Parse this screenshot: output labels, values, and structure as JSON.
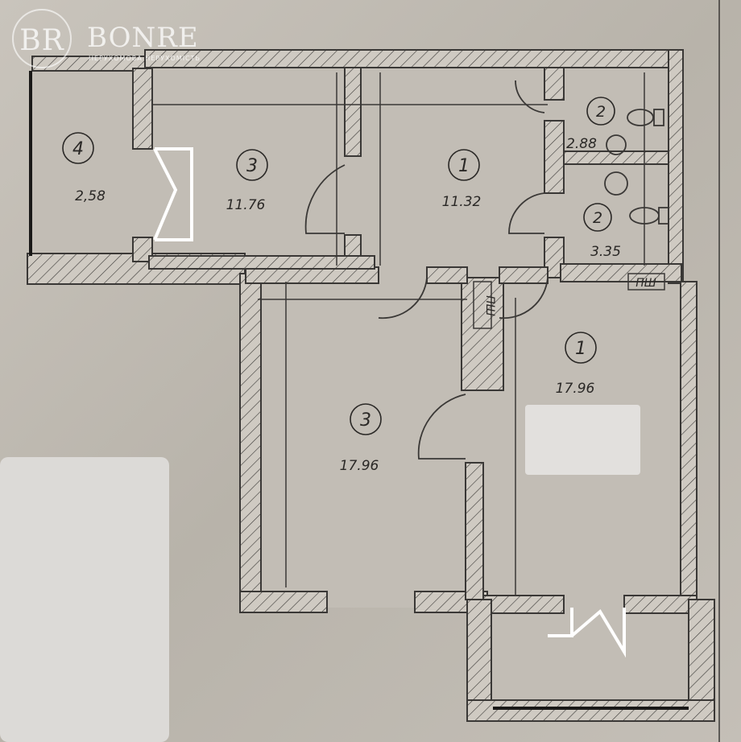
{
  "watermark": {
    "brand_name": "BONRE",
    "brand_subtitle": "НЕРУХОМОВА НЕРУХОМІСТЬ",
    "logo_letters": "BR"
  },
  "rooms": [
    {
      "id": "balcony-left",
      "number": "4",
      "area": "2,58"
    },
    {
      "id": "bedroom-top",
      "number": "3",
      "area": "11.76"
    },
    {
      "id": "corridor-top",
      "number": "1",
      "area": "11.32"
    },
    {
      "id": "wc-top",
      "number": "2",
      "area": "2.88"
    },
    {
      "id": "bathroom",
      "number": "2",
      "area": "3.35"
    },
    {
      "id": "living-room",
      "number": "3",
      "area": "17.96"
    },
    {
      "id": "hall-kitchen",
      "number": "1",
      "area": "17.96"
    }
  ],
  "labels": {
    "shaft_right": "ПШ",
    "shaft_center": "ПШ"
  },
  "colors": {
    "paper": "#bdb8b0",
    "wall_fill": "#cfcac2",
    "ink": "#3a3836",
    "redaction": "#dcdad7"
  }
}
